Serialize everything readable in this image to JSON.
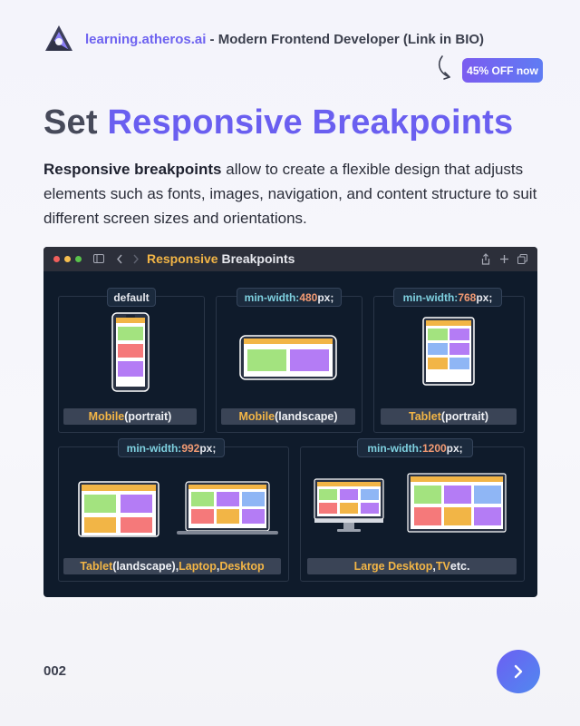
{
  "header": {
    "brand": "learning.atheros.ai",
    "tagline": " - Modern Frontend Developer (Link in BIO)"
  },
  "badge": "45% OFF now",
  "title": {
    "plain": "Set ",
    "accent": "Responsive Breakpoints"
  },
  "description": {
    "bold": "Responsive breakpoints",
    "rest": " allow to create a flexible design that adjusts elements such as fonts, images, navigation, and content structure to suit different screen sizes and orientations."
  },
  "window": {
    "title_yellow": "Responsive",
    "title_white": " Breakpoints"
  },
  "panels": [
    {
      "tag": "default",
      "label_yellow": "Mobile",
      "label_white": " (portrait)"
    },
    {
      "tag_prop": "min-width: ",
      "tag_value": "480",
      "tag_unit": "px;",
      "label_yellow": "Mobile",
      "label_white": " (landscape)"
    },
    {
      "tag_prop": "min-width: ",
      "tag_value": "768",
      "tag_unit": "px;",
      "label_yellow": "Tablet",
      "label_white": " (portrait)"
    },
    {
      "tag_prop": "min-width: ",
      "tag_value": "992",
      "tag_unit": "px;",
      "label_parts": [
        "Tablet",
        " (landscape), ",
        "Laptop",
        ", ",
        "Desktop"
      ]
    },
    {
      "tag_prop": "min-width: ",
      "tag_value": "1200",
      "tag_unit": "px;",
      "label_parts": [
        "Large Desktop",
        ", ",
        "TV",
        " etc."
      ]
    }
  ],
  "page_number": "002",
  "colors": {
    "accent": "#6a5ff0",
    "yellow": "#f2b546",
    "green": "#a3e37f",
    "purple": "#b47cf5",
    "red": "#f5797a",
    "blue": "#8fb6f5",
    "dark": "#0f1b2b"
  }
}
